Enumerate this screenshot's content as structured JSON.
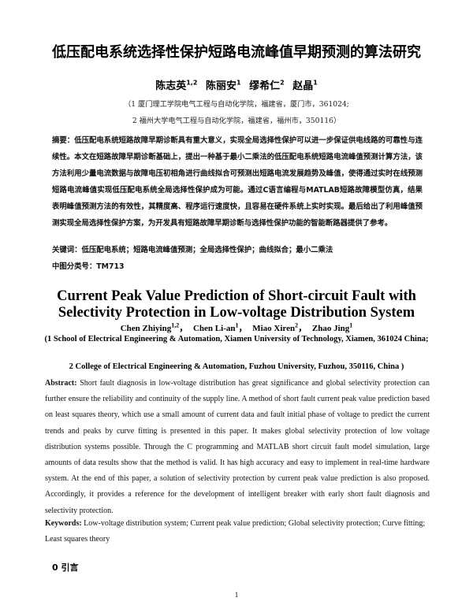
{
  "cn": {
    "title": "低压配电系统选择性保护短路电流峰值早期预测的算法研究",
    "authors": [
      {
        "name": "陈志英",
        "sup": "1,2"
      },
      {
        "name": "陈丽安",
        "sup": "1"
      },
      {
        "name": "缪希仁",
        "sup": "2"
      },
      {
        "name": "赵晶",
        "sup": "1"
      }
    ],
    "affiliation_1": "（1 厦门理工学院电气工程与自动化学院，福建省，厦门市，361024;",
    "affiliation_2": "2 福州大学电气工程与自动化学院，福建省，福州市，350116）",
    "abstract_label": "摘要：",
    "abstract_text": "低压配电系统短路故障早期诊断具有重大意义，实现全局选择性保护可以进一步保证供电线路的可靠性与连续性。本文在短路故障早期诊断基础上，提出一种基于最小二乘法的低压配电系统短路电流峰值预测计算方法，该方法利用少量电流数据与故障电压初相角进行曲线拟合可预测出短路电流发展趋势及峰值，使得通过实时在线预测短路电流峰值实现低压配电系统全局选择性保护成为可能。通过C语言编程与MATLAB短路故障模型仿真，结果表明峰值预测方法的有效性，其精度高、程序运行速度快，且容易在硬件系统上实时实现。最后给出了利用峰值预测实现全局选择性保护方案，为开发具有短路故障早期诊断与选择性保护功能的智能断路器提供了参考。",
    "keywords_label": "关键词：",
    "keywords_text": "低压配电系统；短路电流峰值预测；全局选择性保护；曲线拟合；最小二乘法",
    "class_label": "中图分类号：",
    "class_text": "TM713"
  },
  "en": {
    "title": "Current Peak Value Prediction of Short-circuit Fault with Selectivity Protection in Low-voltage Distribution System",
    "authors": [
      {
        "name": "Chen Zhiying",
        "sup": "1,2",
        "sep": "，"
      },
      {
        "name": "Chen Li-an",
        "sup": "1",
        "sep": "，"
      },
      {
        "name": "Miao Xiren",
        "sup": "2",
        "sep": "，"
      },
      {
        "name": "Zhao Jing",
        "sup": "1",
        "sep": ""
      }
    ],
    "affiliation_1": "(1 School of Electrical Engineering & Automation, Xiamen University of Technology, Xiamen, 361024 China;",
    "affiliation_2": "2 College of Electrical Engineering & Automation, Fuzhou University, Fuzhou, 350116, China )",
    "abstract_label": "Abstract:",
    "abstract_text": " Short fault diagnosis in low-voltage distribution has great significance and global selectivity protection can further ensure the reliability and continuity of the supply line. A method of short fault current peak value prediction based on least squares theory, which use a small amount of current data and fault initial phase of voltage to predict the current trends and peaks by curve fitting is presented in this paper. It makes global selectivity protection of low voltage distribution systems possible. Through the C programming and MATLAB short circuit fault model simulation, large amounts of data results show that the method is valid. It has high accuracy and easy to implement in real-time hardware system. At the end of this paper, a solution of selectivity protection by current peak value prediction is also proposed. Accordingly, it provides a reference for the development of intelligent breaker with early short fault diagnosis and selectivity protection.",
    "keywords_label": "Keywords:",
    "keywords_text": " Low-voltage distribution system; Current peak value prediction; Global selectivity protection; Curve fitting; Least squares theory"
  },
  "section_heading": "0  引言",
  "page_number": "1"
}
